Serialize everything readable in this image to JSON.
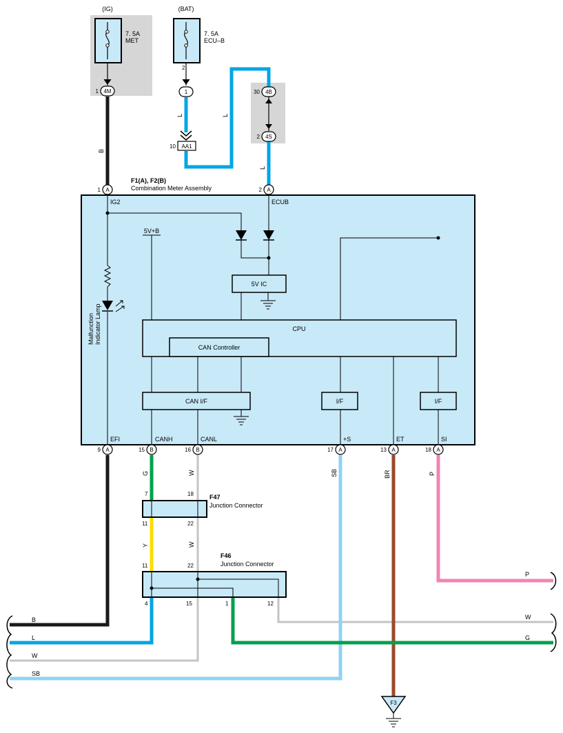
{
  "colors": {
    "background": "#ffffff",
    "box_fill": "#c8e9f7",
    "shade_gray": "#d6d6d6",
    "wire_B": "#1a1a1a",
    "wire_L": "#00a6e4",
    "wire_W": "#8a8a8a",
    "wire_SB": "#8fd3f5",
    "wire_G": "#00a04c",
    "wire_Y": "#ffdd00",
    "wire_BR": "#9b4a2a",
    "wire_P": "#ef85b5"
  },
  "fuses": {
    "ig": {
      "source": "(IG)",
      "rating": "7. 5A",
      "name": "MET"
    },
    "bat": {
      "source": "(BAT)",
      "rating": "7. 5A",
      "name": "ECU–B"
    }
  },
  "connectors": {
    "c4m": {
      "code": "4M",
      "pin": "1"
    },
    "c1": {
      "code": "1",
      "pin_top": "2"
    },
    "aa1": {
      "code": "AA1",
      "pin": "10"
    },
    "c4b": {
      "code": "4B",
      "pin": "30"
    },
    "c4s": {
      "code": "4S",
      "pin": "2"
    }
  },
  "meter": {
    "title": "F1(A), F2(B)",
    "subtitle": "Combination Meter Assembly",
    "terminals": {
      "ig2": {
        "label": "IG2",
        "pin": "1",
        "conn": "A"
      },
      "ecub": {
        "label": "ECUB",
        "pin": "2",
        "conn": "A"
      },
      "efi": {
        "label": "EFI",
        "pin": "9",
        "conn": "A"
      },
      "canh": {
        "label": "CANH",
        "pin": "15",
        "conn": "B"
      },
      "canl": {
        "label": "CANL",
        "pin": "16",
        "conn": "B"
      },
      "plus_s": {
        "label": "+S",
        "pin": "17",
        "conn": "A"
      },
      "et": {
        "label": "ET",
        "pin": "13",
        "conn": "A"
      },
      "si": {
        "label": "SI",
        "pin": "18",
        "conn": "A"
      }
    },
    "lamp_label_1": "Malfunction",
    "lamp_label_2": "Indicator Lamp",
    "ic": "5V IC",
    "cpu": "CPU",
    "can_controller": "CAN Controller",
    "supply": "5V+B",
    "can_if": "CAN I/F",
    "if1": "I/F",
    "if2": "I/F"
  },
  "junctions": {
    "f47": {
      "code": "F47",
      "name": "Junction Connector",
      "pins": [
        "7",
        "18",
        "11",
        "22"
      ]
    },
    "f46": {
      "code": "F46",
      "name": "Junction Connector",
      "pins": [
        "11",
        "22",
        "4",
        "15",
        "1",
        "12"
      ]
    }
  },
  "wire_labels": {
    "b_top": "B",
    "l_left": "L",
    "l_mid": "L",
    "l_right": "L",
    "g": "G",
    "w1": "W",
    "y": "Y",
    "w2": "W",
    "sb": "SB",
    "br": "BR",
    "p": "P"
  },
  "outputs": {
    "b": "B",
    "l": "L",
    "w": "W",
    "sb": "SB",
    "p": "P",
    "w_right": "W",
    "g_right": "G"
  },
  "ground": {
    "code": "F3"
  }
}
